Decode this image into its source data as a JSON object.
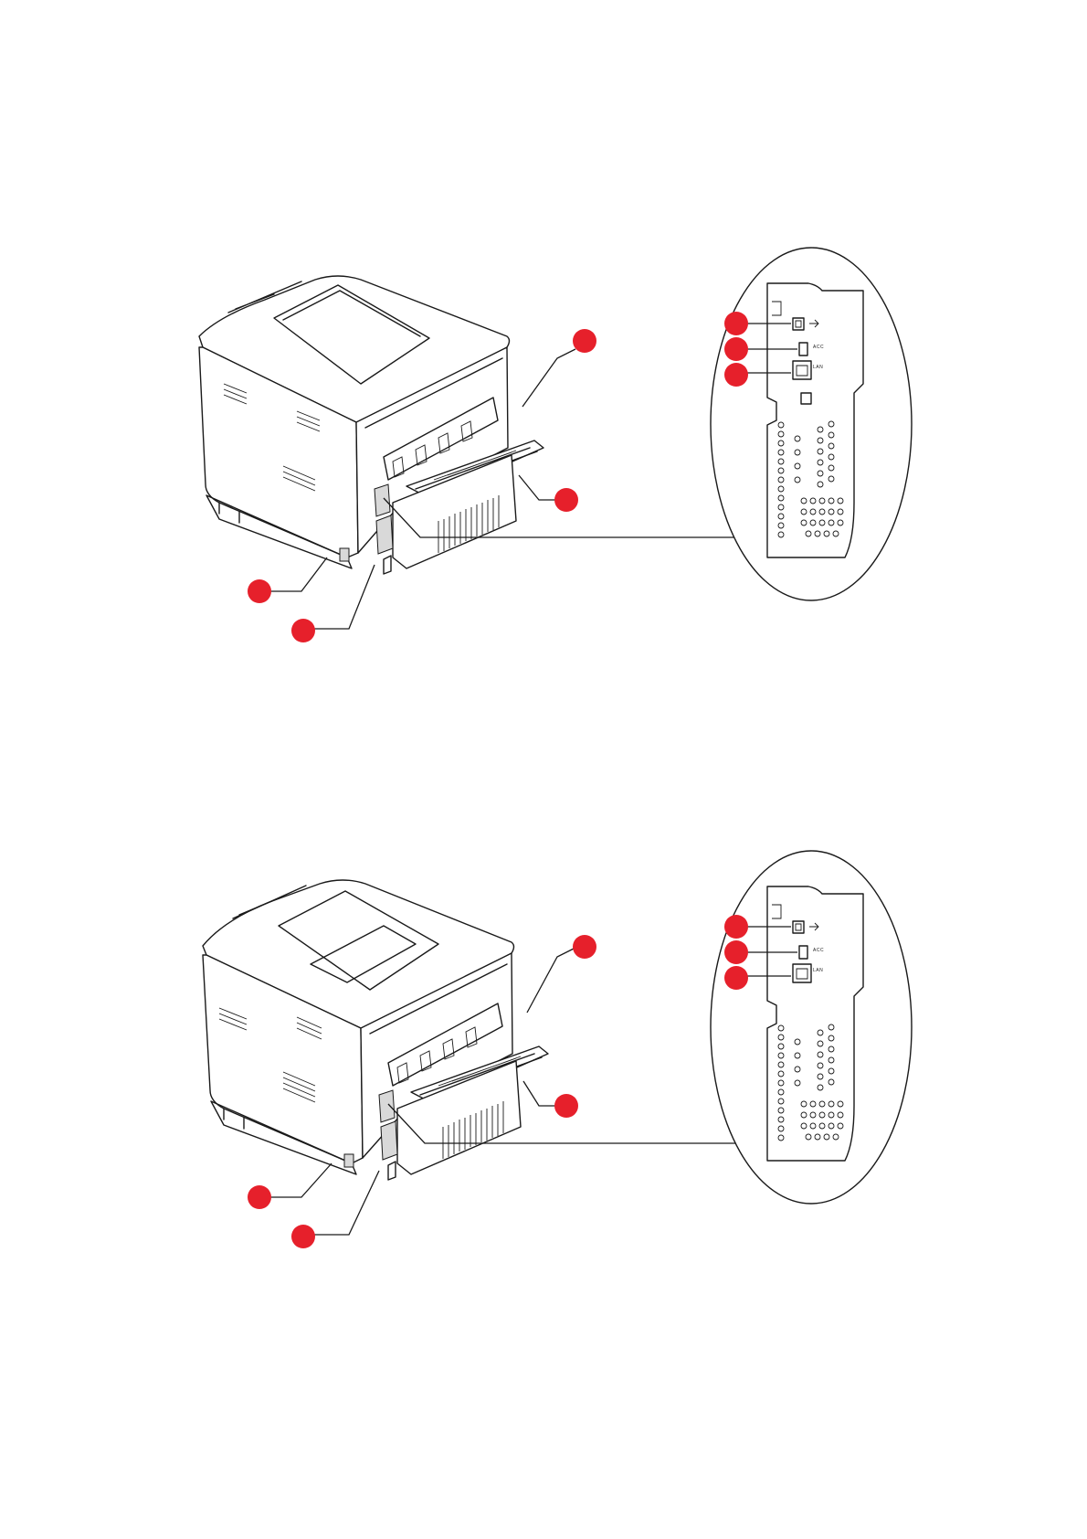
{
  "colors": {
    "callout": "#e6202b",
    "ink": "#1a1a1a",
    "background": "#ffffff"
  },
  "figures": [
    {
      "port_labels": {
        "usb": "",
        "acc": "ACC",
        "lan": "LAN"
      },
      "callouts": [
        "",
        "",
        "",
        "",
        "",
        "",
        ""
      ]
    },
    {
      "port_labels": {
        "usb": "",
        "acc": "ACC",
        "lan": "LAN"
      },
      "callouts": [
        "",
        "",
        "",
        "",
        "",
        "",
        ""
      ]
    }
  ]
}
